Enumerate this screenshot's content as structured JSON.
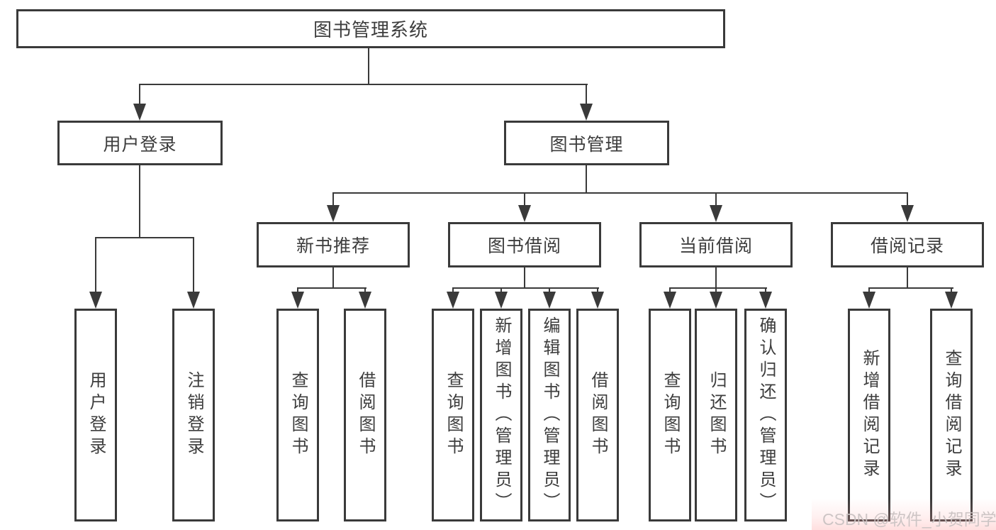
{
  "colors": {
    "line": "#3a3a3a",
    "node_text": "#3d3d3d",
    "watermark_text": "#c9c2c2"
  },
  "tree": {
    "root": "图书管理系统",
    "user_login": {
      "label": "用户登录",
      "children": [
        "用户登录",
        "注销登录"
      ]
    },
    "book_mgmt": {
      "label": "图书管理",
      "groups": [
        {
          "label": "新书推荐",
          "children": [
            "查询图书",
            "借阅图书"
          ]
        },
        {
          "label": "图书借阅",
          "children": [
            "查询图书",
            "新增图书（管理员）",
            "编辑图书（管理员）",
            "借阅图书"
          ]
        },
        {
          "label": "当前借阅",
          "children": [
            "查询图书",
            "归还图书",
            "确认归还（管理员）"
          ]
        },
        {
          "label": "借阅记录",
          "children": [
            "新增借阅记录",
            "查询借阅记录"
          ]
        }
      ]
    }
  },
  "watermark": "CSDN @软件_小贺同学"
}
